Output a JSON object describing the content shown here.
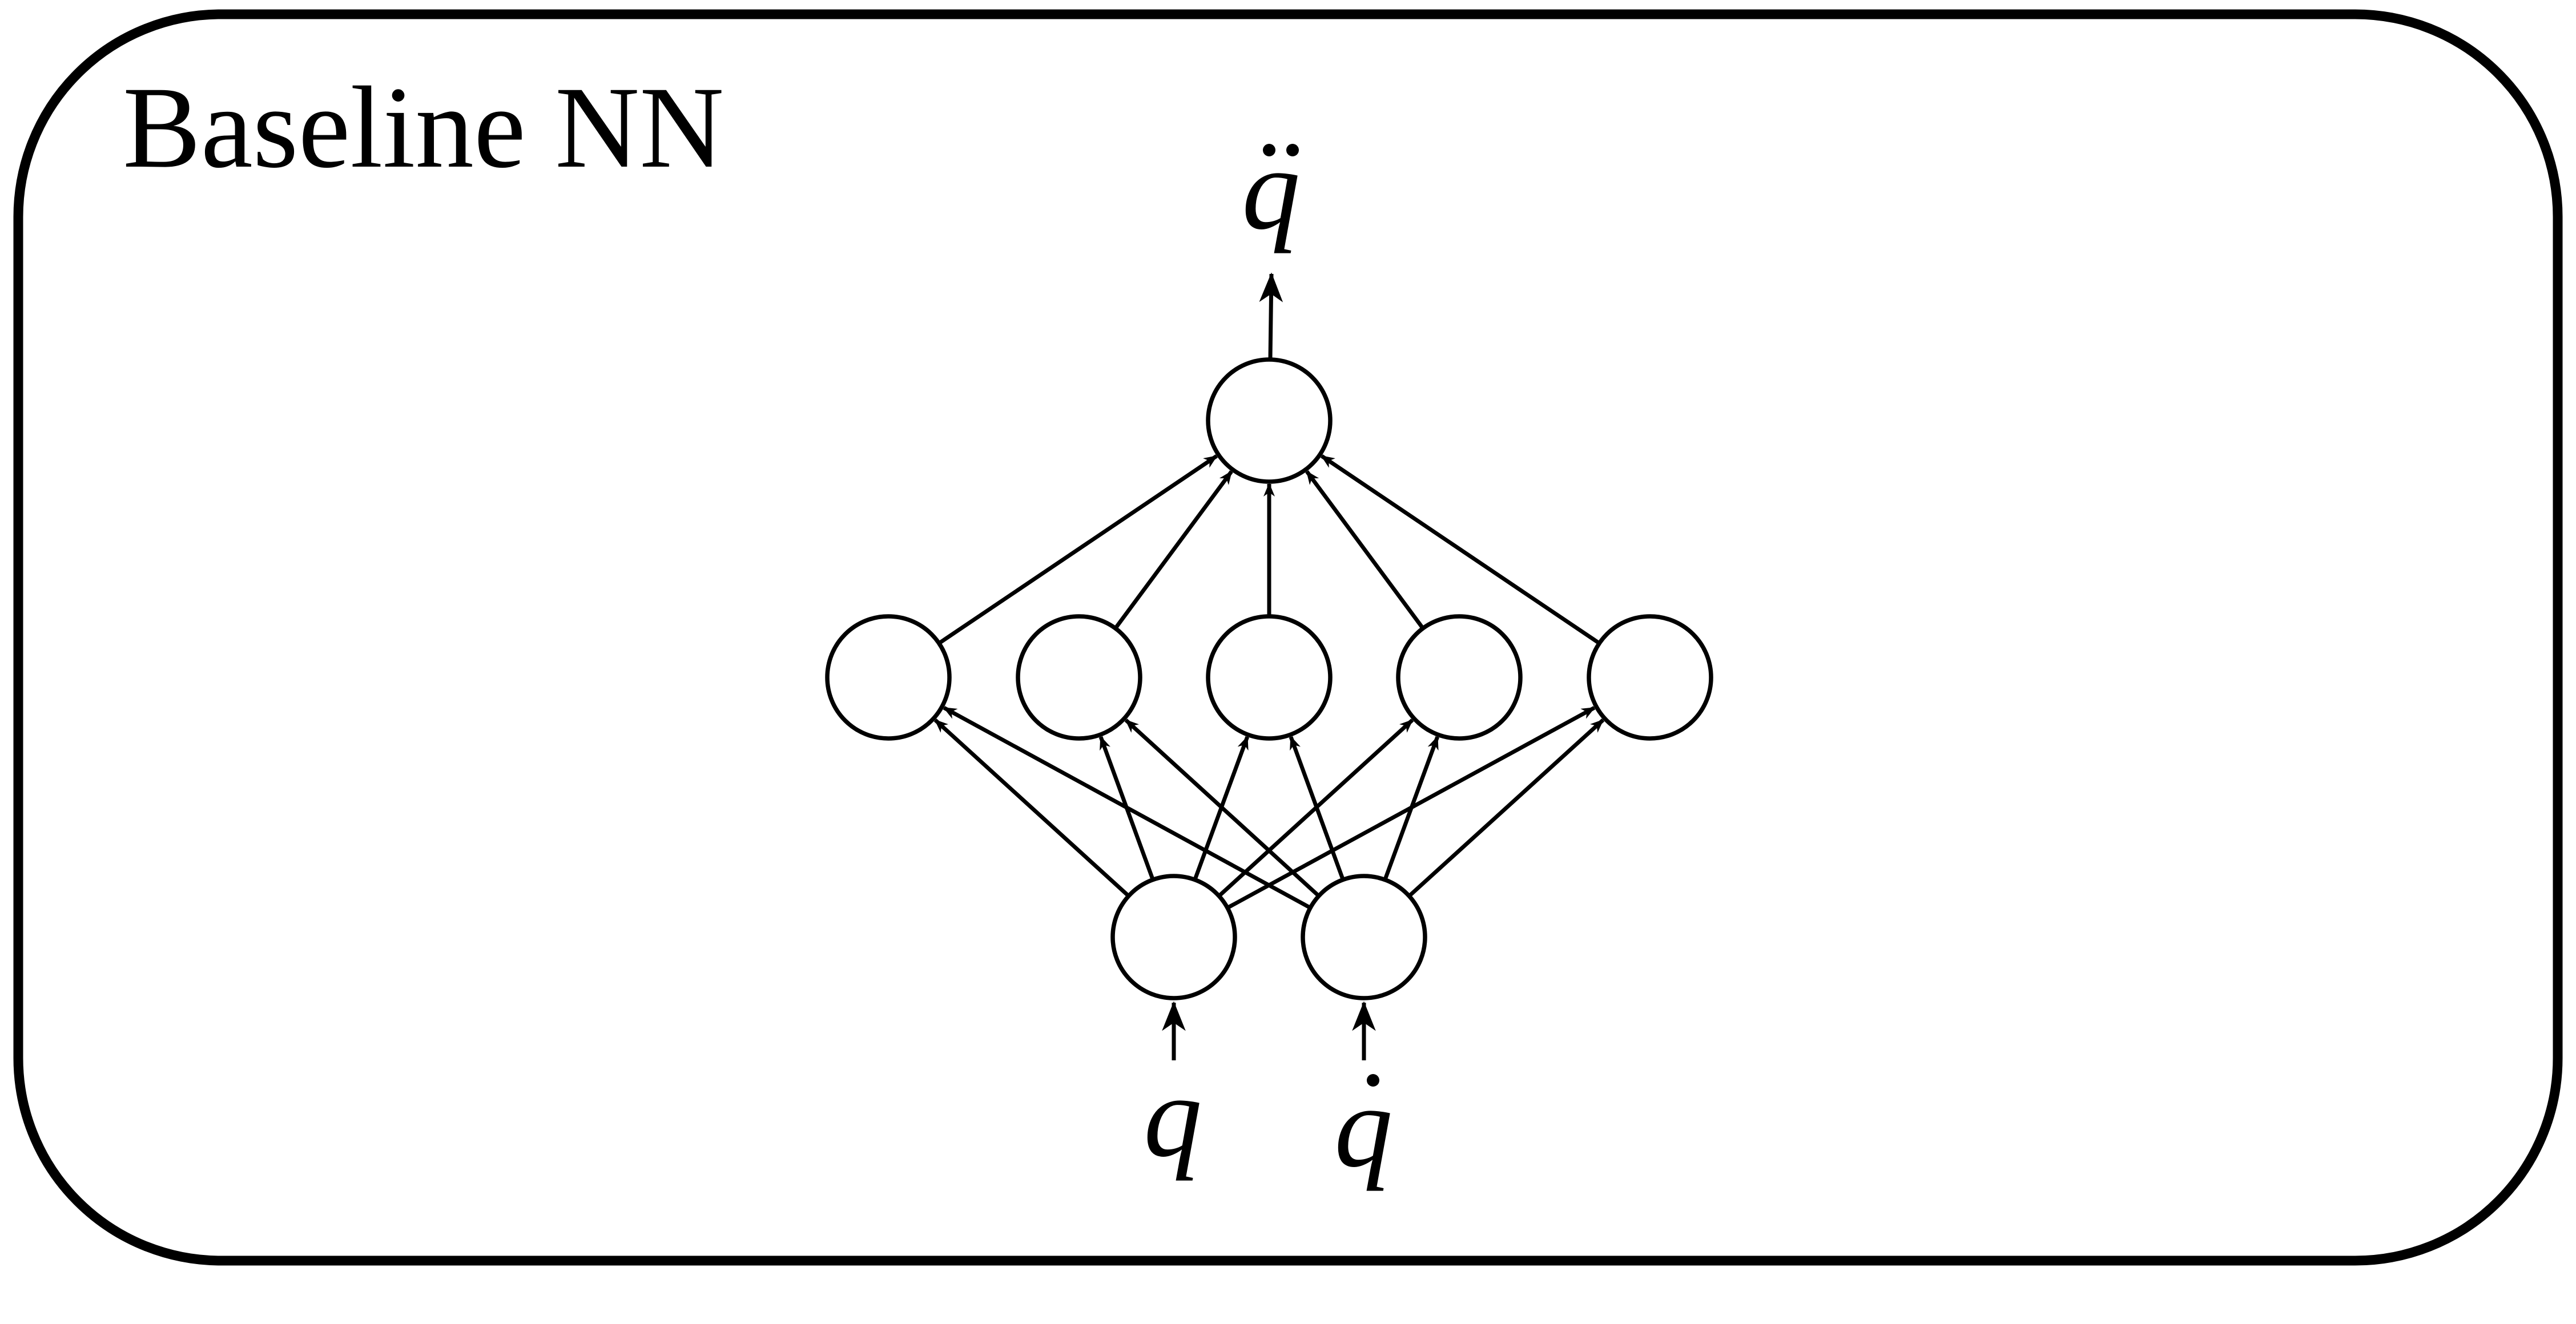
{
  "title": "Baseline NN",
  "inputs": [
    {
      "symbol": "q",
      "dots": 0
    },
    {
      "symbol": "q",
      "dots": 1
    }
  ],
  "output": {
    "symbol": "q",
    "dots": 2
  },
  "network": {
    "input_nodes": 2,
    "hidden_nodes": 5,
    "output_nodes": 1,
    "connectivity": "fully-connected feed-forward"
  },
  "colors": {
    "stroke": "#000000",
    "background": "#ffffff"
  }
}
